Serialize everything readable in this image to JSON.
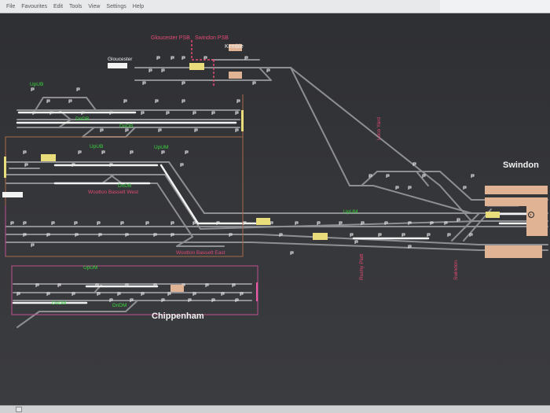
{
  "menu": [
    "File",
    "Favourites",
    "Edit",
    "Tools",
    "View",
    "Settings",
    "Help"
  ],
  "labels": {
    "gloucester_psb": "Gloucester PSB",
    "swindon_psb": "Swindon PSB",
    "kemble": "Kemble",
    "gloucester": "Gloucester",
    "swindon": "Swindon",
    "chippenham": "Chippenham",
    "wootton_bassett_west": "Wootton Bassett West",
    "wootton_bassett_east": "Wootton Bassett East",
    "loco_yard": "Loco Yard",
    "rushy_platt": "Rushy Platt",
    "swindon_vertical": "Swindon",
    "upub_1": "UpUB",
    "dndb_1": "DnDB",
    "dndb_2": "DnDB",
    "upub_2": "UpUB",
    "upum_1": "UpUM",
    "dndb_3": "DnDB",
    "upum_2": "UpUM",
    "upum_3": "UpUM",
    "dndm_1": "DnDM",
    "dndm_2": "DnDM",
    "marker_7": "7"
  },
  "colors": {
    "background": "#323337",
    "track": "#8e8f93",
    "track_set": "#f2f2f2",
    "signal_label": "#39d63d",
    "boundary_label": "#e24a73",
    "title_label": "#f2f2f2",
    "berth": "#e9dc7a",
    "platform": "#e0b394"
  }
}
